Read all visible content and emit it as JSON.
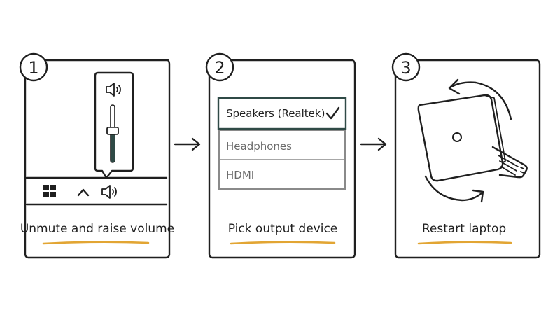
{
  "steps": [
    {
      "number": "1",
      "caption": "Unmute and raise volume"
    },
    {
      "number": "2",
      "caption": "Pick output device"
    },
    {
      "number": "3",
      "caption": "Restart laptop"
    }
  ],
  "volume": {
    "level": 0.55
  },
  "devices": {
    "selected": "Speakers (Realtek)",
    "options": [
      "Headphones",
      "HDMI"
    ]
  },
  "colors": {
    "ink": "#1f1f1f",
    "underline": "#e2a533",
    "selected_border": "#2f4a46",
    "muted_text": "#6a6a6a",
    "muted_border": "#8a8a8a"
  },
  "icons": [
    "speaker-icon",
    "windows-start-icon",
    "chevron-up-icon",
    "checkmark-icon",
    "laptop-icon",
    "restart-arrow-icon",
    "next-arrow-icon"
  ]
}
